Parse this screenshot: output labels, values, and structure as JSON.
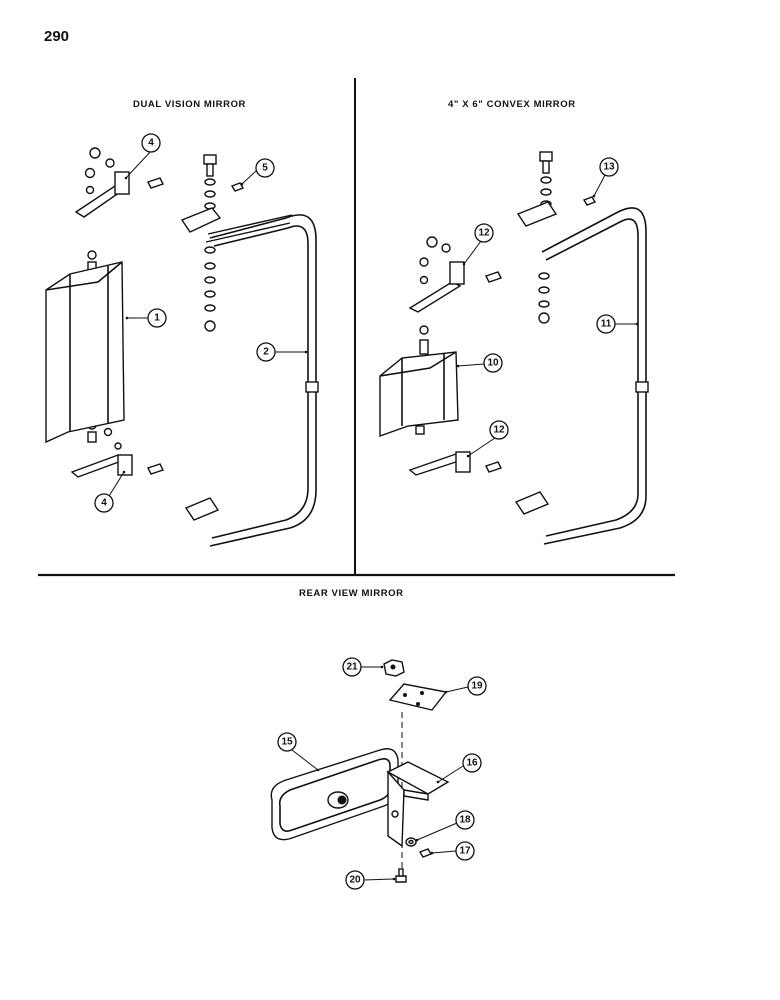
{
  "page": {
    "number": "290"
  },
  "sections": {
    "dual_vision": {
      "title": "DUAL VISION MIRROR"
    },
    "convex": {
      "title": "4\" X 6\" CONVEX MIRROR"
    },
    "rear_view": {
      "title": "REAR VIEW MIRROR"
    }
  },
  "callouts": {
    "c1": "1",
    "c2": "2",
    "c4a": "4",
    "c4b": "4",
    "c5": "5",
    "c10": "10",
    "c11": "11",
    "c12a": "12",
    "c12b": "12",
    "c13": "13",
    "c15": "15",
    "c16": "16",
    "c17": "17",
    "c18": "18",
    "c19": "19",
    "c20": "20",
    "c21": "21"
  }
}
